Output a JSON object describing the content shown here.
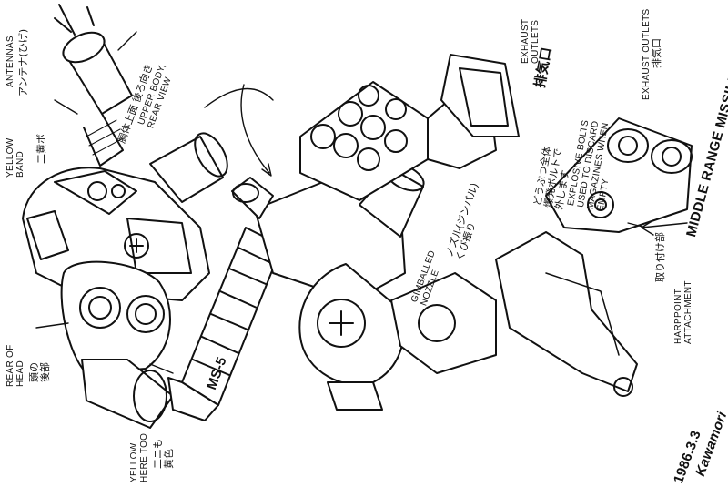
{
  "labels": {
    "antennas": "ANTENNAS",
    "antennas_jp": "アンテナ(ひげ)",
    "yellow_band": "YELLOW\nBAND",
    "yellow_band_jp": "二黄ボ",
    "upper_body": "UPPER BODY,\nREAR VIEW",
    "upper_body_jp": "胴体上面 後ろ向き",
    "rear_of_head": "REAR OF\nHEAD",
    "rear_of_head_jp": "頭の\n後部",
    "yellow_here_too": "YELLOW\nHERE TOO",
    "yellow_here_too_jp": "二ニも\n黄色",
    "missile_marking": "MS-5",
    "gimballed_nozzle": "GIMBALLED\nNOZZLE",
    "gimballed_nozzle_jp": "ノズル(ジンバル)\nくび振り",
    "exhaust_outlets_top": "EXHAUST\nOUTLETS",
    "exhaust_outlets_top_jp": "排気口",
    "explosive_bolts": "EXPLOSIVE BOLTS\nUSED TO DISCARD\nMAGAZINES WHEN\nEMPTY",
    "explosive_bolts_jp": "どうぶつ全体\n爆発ボルトで\n外します",
    "exhaust_outlets_right": "EXHAUST OUTLETS",
    "exhaust_outlets_right_jp": "排気口",
    "middle_range": "MIDDLE RANGE MISSILE PACK",
    "harpoint": "HARPPOINT\nATTACHMENT",
    "harpoint_jp": "取り付け部",
    "date": "1986.3.3",
    "signature": "Kawamori"
  },
  "colors": {
    "ink": "#111111",
    "paper": "#ffffff"
  }
}
